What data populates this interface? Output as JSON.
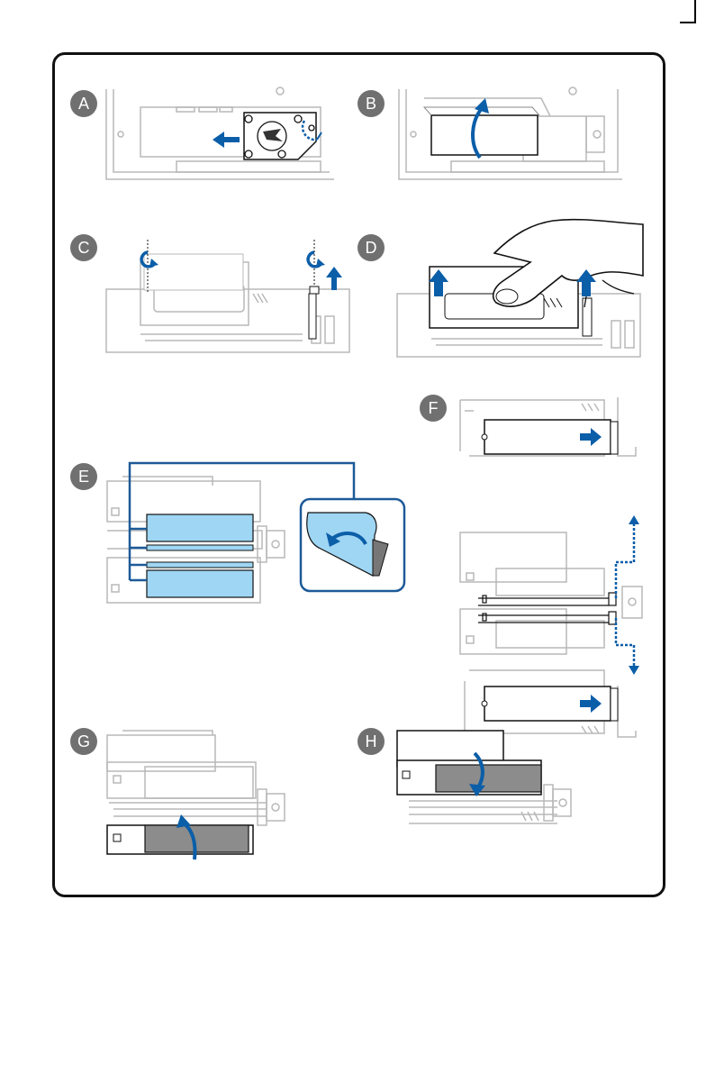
{
  "steps": [
    "A",
    "B",
    "C",
    "D",
    "E",
    "F",
    "G",
    "H"
  ],
  "colors": {
    "arrow": "#0b5ea8",
    "pad_blue": "#9fd6f4",
    "pad_border": "#1d5a98",
    "gray_block": "#8c8c8c",
    "line_light": "#b8b8b8",
    "badge": "#707070"
  },
  "icons": [
    "arrow-left-icon",
    "arrow-up-icon",
    "arrow-right-icon",
    "curved-arrow-icon",
    "screw-icon",
    "rotate-icon",
    "hand-icon",
    "peel-arrow-icon",
    "dotted-arrow-icon",
    "rog-logo-icon"
  ]
}
